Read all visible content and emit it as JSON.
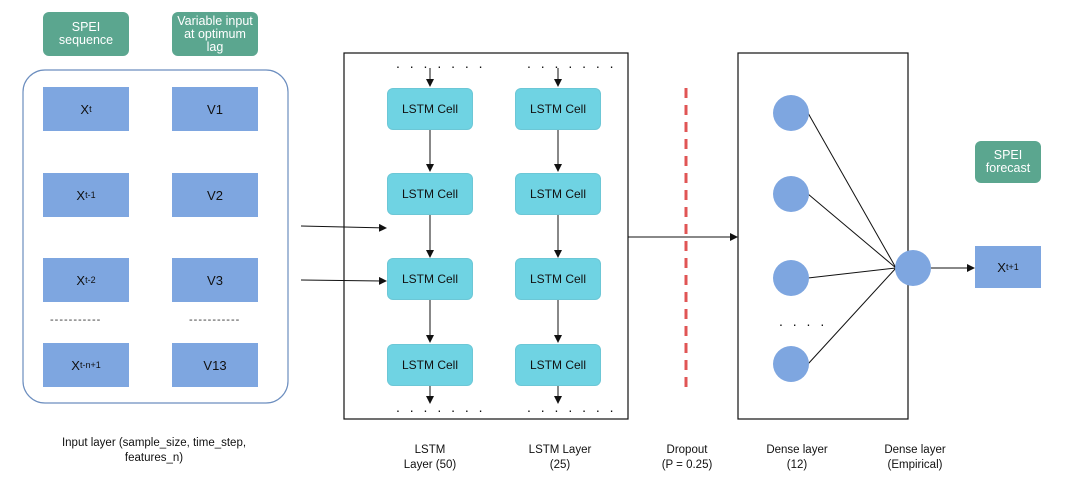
{
  "headers": {
    "spei_sequence": "SPEI sequence",
    "variable_input": "Variable input at optimum lag",
    "spei_forecast": "SPEI forecast"
  },
  "input_x": [
    {
      "base": "X",
      "sub": "t"
    },
    {
      "base": "X",
      "sub": "t-1"
    },
    {
      "base": "X",
      "sub": "t-2"
    },
    {
      "base": "X",
      "sub": "t-n+1"
    }
  ],
  "input_v": [
    "V1",
    "V2",
    "V3",
    "V13"
  ],
  "separator_dashes": "-----------",
  "lstm_cell_label": "LSTM Cell",
  "ellipsis": ". . . . . . .",
  "dense_ellipsis": ". . . .",
  "output": {
    "base": "X",
    "sub": "t+1"
  },
  "labels": {
    "input_layer": "Input layer (sample_size, time_step, features_n)",
    "lstm1_line1": "LSTM",
    "lstm1_line2": "Layer  (50)",
    "lstm2_line1": "LSTM Layer",
    "lstm2_line2": "(25)",
    "dropout_line1": "Dropout",
    "dropout_line2": "(P = 0.25)",
    "dense1_line1": "Dense layer",
    "dense1_line2": "(12)",
    "dense2_line1": "Dense layer",
    "dense2_line2": "(Empirical)"
  },
  "colors": {
    "header_bg": "#5ba68f",
    "input_box": "#7ea6e0",
    "lstm_cell": "#6fd3e3",
    "dense_node": "#7ea6e0",
    "dropout_line": "#e05555",
    "input_frame": "#6c8ebf"
  }
}
